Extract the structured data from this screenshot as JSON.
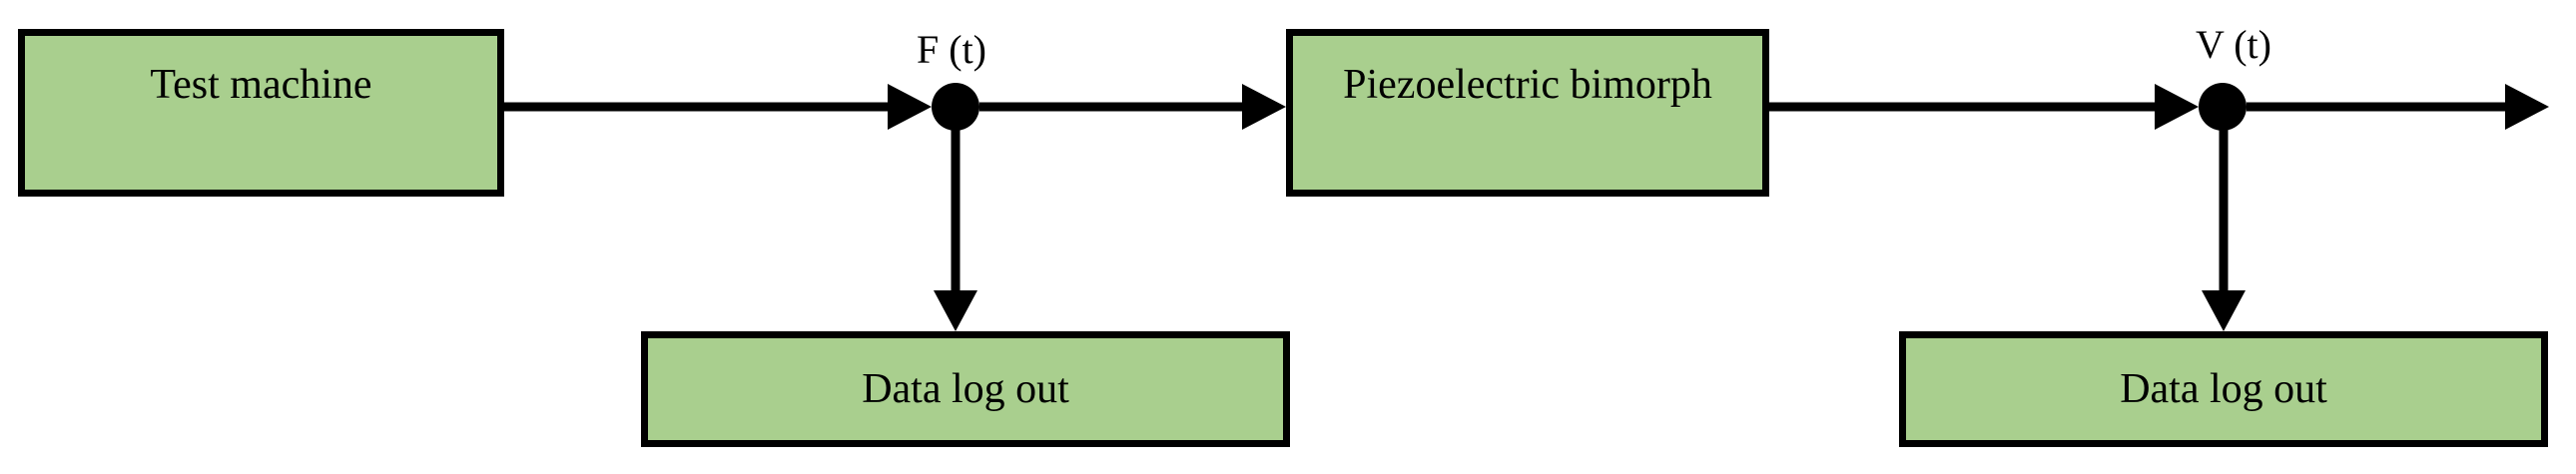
{
  "colors": {
    "node-fill": "#a9cf8e",
    "node-border": "#000000",
    "stroke-color": "#000000",
    "text-color": "#000000",
    "bg-color": "#ffffff"
  },
  "nodes": [
    {
      "id": "test-machine",
      "label": "Test machine"
    },
    {
      "id": "piezoelectric-bimorph",
      "label": "Piezoelectric bimorph"
    },
    {
      "id": "data-log-out-left",
      "label": "Data log out"
    },
    {
      "id": "data-log-out-right",
      "label": "Data log out"
    }
  ],
  "junctions": [
    {
      "id": "junction-f",
      "label": "F (t)"
    },
    {
      "id": "junction-v",
      "label": "V (t)"
    }
  ],
  "edges": [
    {
      "from": "test-machine",
      "to": "junction-f",
      "direction": "right"
    },
    {
      "from": "junction-f",
      "to": "piezoelectric-bimorph",
      "direction": "right"
    },
    {
      "from": "junction-f",
      "to": "data-log-out-left",
      "direction": "down"
    },
    {
      "from": "piezoelectric-bimorph",
      "to": "junction-v",
      "direction": "right"
    },
    {
      "from": "junction-v",
      "to": "data-log-out-right",
      "direction": "down"
    },
    {
      "from": "junction-v",
      "to": null,
      "direction": "right",
      "open_ended": true
    }
  ]
}
